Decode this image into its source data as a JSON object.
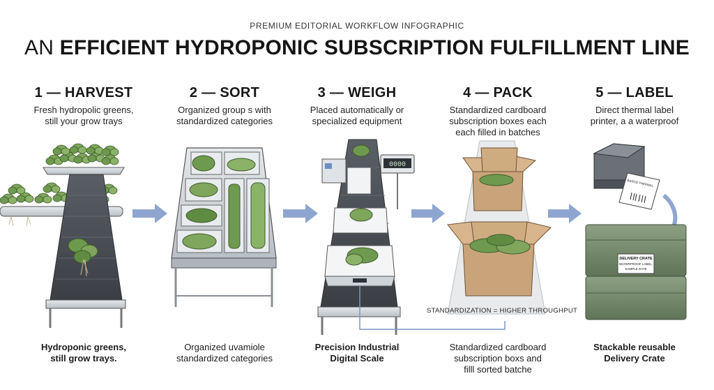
{
  "header": {
    "kicker": "PREMIUM EDITORIAL WORKFLOW INFOGRAPHIC",
    "title_lead": "AN",
    "title_bold": "EFFICIENT HYDROPONIC SUBSCRIPTION FULFILLMENT LINE"
  },
  "stages": [
    {
      "title": "1 — HARVEST",
      "desc": "Fresh hydropolic greens,\nstill your grow trays",
      "foot": "Hydroponic greens,\nstill grow trays.",
      "foot_bold": true
    },
    {
      "title": "2 — SORT",
      "desc": "Organized group s with\nstandardized categories",
      "foot": "Organized uvamiole\nstandardized categories",
      "foot_bold": false
    },
    {
      "title": "3 — WEIGH",
      "desc": "Placed automatically or\nspecialized equipment",
      "foot": "Precision Industrial\nDigital Scale",
      "foot_bold": true
    },
    {
      "title": "4 — PACK",
      "desc": "Standardized cardboard\nsubscription boxes each\neach filled in batches",
      "foot": "Standardized cardboard\nsubscription boxs and\nfilll sorted batche",
      "foot_bold": false
    },
    {
      "title": "5 — LABEL",
      "desc": "Direct thermal label\nprinter, a a waterproof",
      "foot": "Stackable reusable\nDelivery Crate",
      "foot_bold": true
    }
  ],
  "annotations": {
    "throughput_note": "STANDARDIZATION = HIGHER THROUGHPUT",
    "scale_display": "0000",
    "printer_label": "BARCD THERMAL",
    "crate_label_title": "DELIVERY CRATE",
    "crate_label_line1": "WATERPROOF LABEL,",
    "crate_label_line2": "SAMPLE DATE"
  },
  "colors": {
    "arrow": "#8ea6cf",
    "crate": "#6f8466",
    "cardboard": "#c9a47a",
    "leaf": "#6e9a4f",
    "steel": "#cfd4d8",
    "belt": "#4a4e53"
  }
}
